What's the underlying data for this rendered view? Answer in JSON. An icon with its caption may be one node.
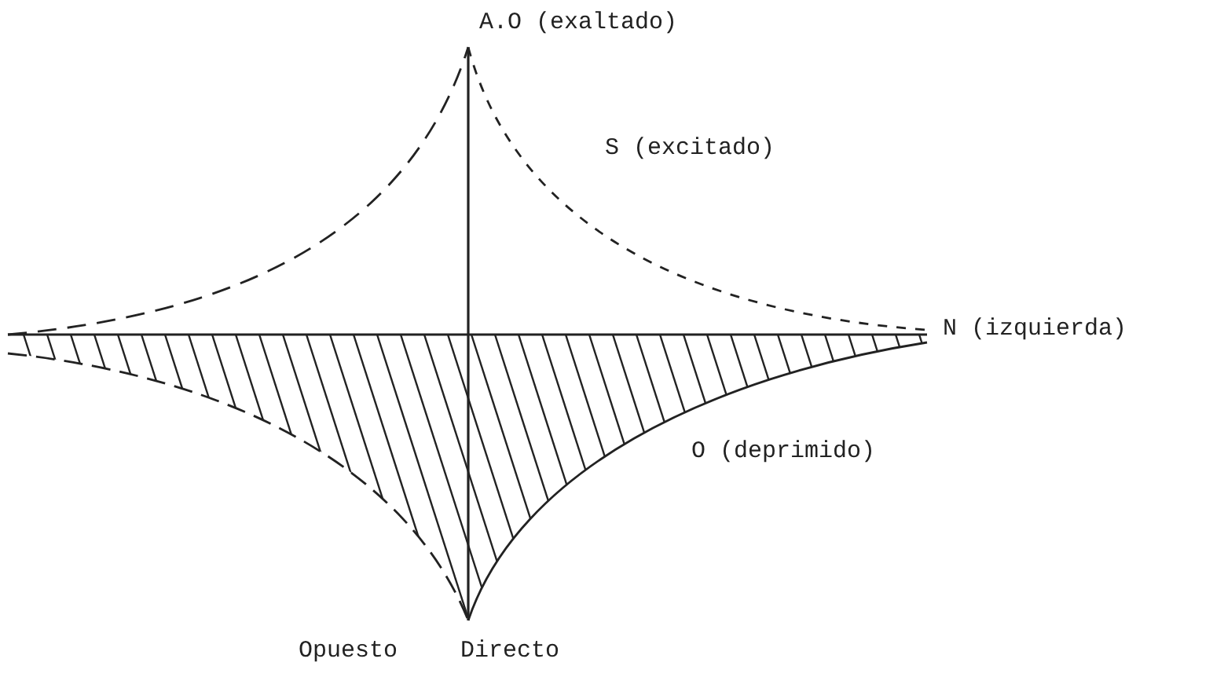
{
  "diagram": {
    "labels": [
      "A.O (exaltado)",
      "S (excitado)",
      "N (izquierda)",
      "O (deprimido)",
      "Opuesto",
      "Directo"
    ]
  }
}
